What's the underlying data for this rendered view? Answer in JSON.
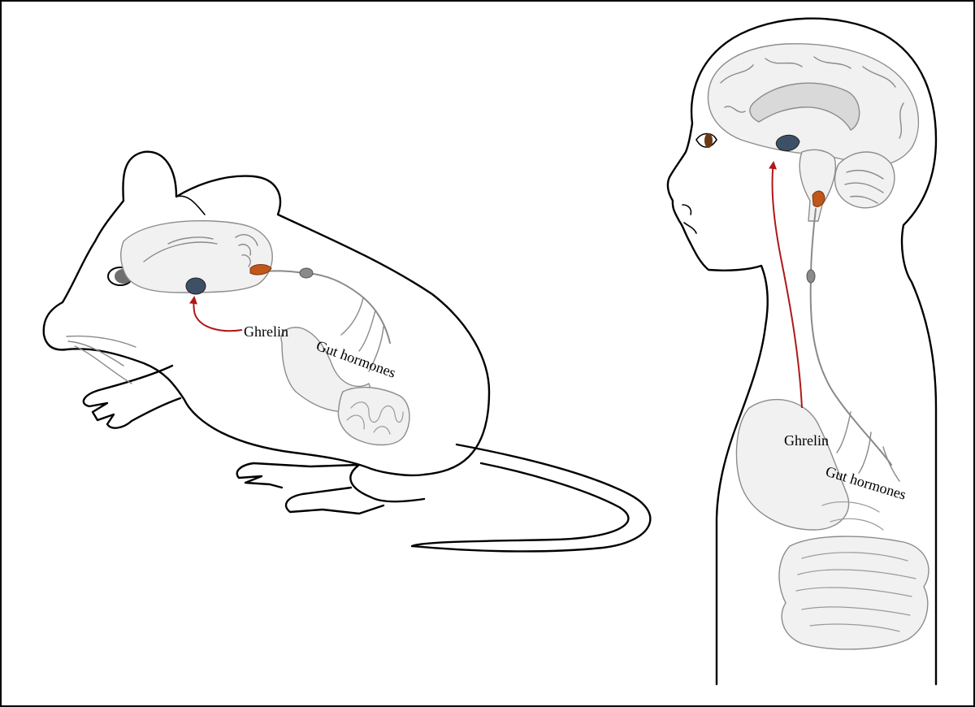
{
  "mouse": {
    "ghrelin_label": "Ghrelin",
    "gut_hormones_label": "Gut hormones"
  },
  "human": {
    "ghrelin_label": "Ghrelin",
    "gut_hormones_label": "Gut hormones"
  },
  "colors": {
    "ghrelin_pathway": "#b01818",
    "hypothalamus": "#3e5068",
    "brainstem_nucleus": "#c2571b",
    "vagal_ganglion": "#8a8a8a",
    "organ_fill": "#f1f1f1",
    "brain_structure_fill": "#d9d9d9",
    "outline": "#000000"
  }
}
